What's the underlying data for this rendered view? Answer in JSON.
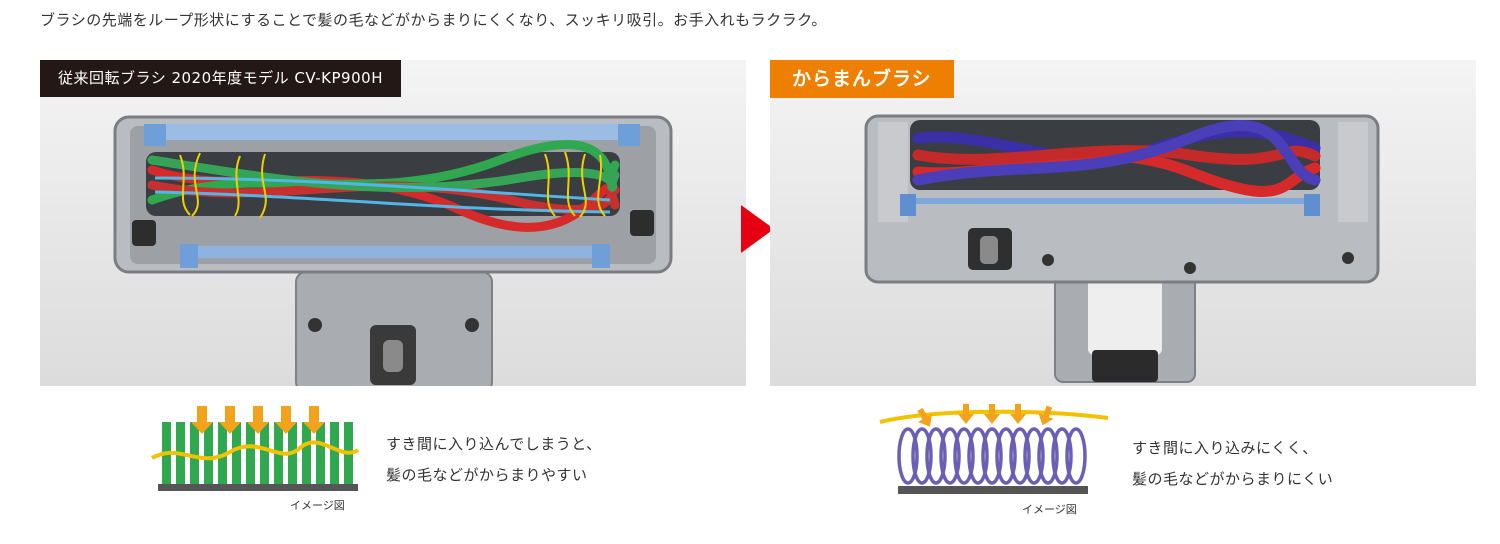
{
  "lead_text": "ブラシの先端をループ形状にすることで髪の毛などがからまりにくくなり、スッキリ吸引。お手入れもラクラク。",
  "left_panel": {
    "label": "従来回転ブラシ 2020年度モデル CV-KP900H",
    "desc_line1": "すき間に入り込んでしまうと、",
    "desc_line2": "髪の毛などがからまりやすい",
    "caption": "イメージ図"
  },
  "right_panel": {
    "label": "からまんブラシ",
    "desc_line1": "すき間に入り込みにくく、",
    "desc_line2": "髪の毛などがからまりにくい",
    "caption": "イメージ図"
  },
  "colors": {
    "label_dark": "#231815",
    "label_orange": "#ee7f00",
    "arrow_red": "#e60012",
    "bristle_green": "#2fa84f",
    "loop_purple": "#6a5fb5",
    "hair_yellow": "#f2c200",
    "up_arrow": "#f3a21b"
  },
  "icons": {
    "transition_arrow": "triangle-right-icon"
  }
}
